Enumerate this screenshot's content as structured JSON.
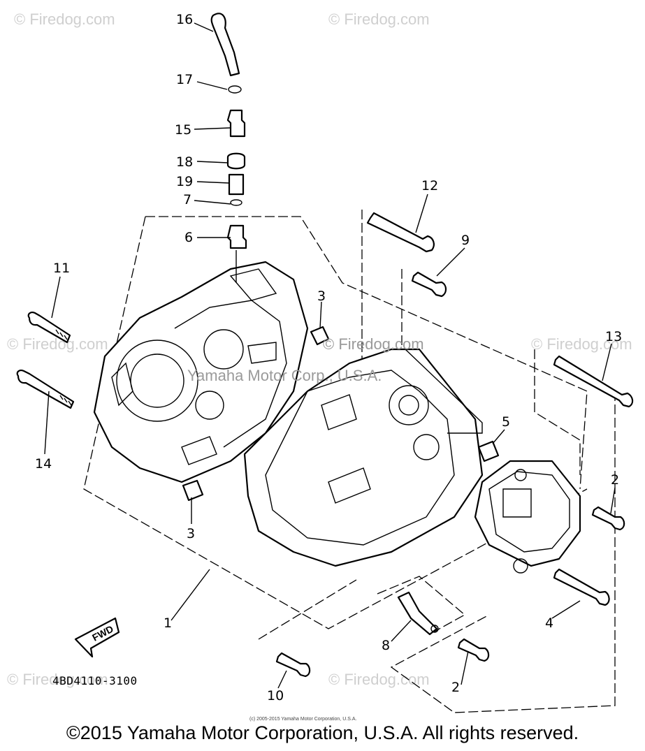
{
  "diagram": {
    "part_code": "4BD4110-3100",
    "fwd_label": "FWD",
    "callouts": [
      {
        "id": "c16",
        "text": "16"
      },
      {
        "id": "c17",
        "text": "17"
      },
      {
        "id": "c15",
        "text": "15"
      },
      {
        "id": "c18",
        "text": "18"
      },
      {
        "id": "c19",
        "text": "19"
      },
      {
        "id": "c7",
        "text": "7"
      },
      {
        "id": "c6",
        "text": "6"
      },
      {
        "id": "c11",
        "text": "11"
      },
      {
        "id": "c14",
        "text": "14"
      },
      {
        "id": "c3a",
        "text": "3"
      },
      {
        "id": "c3b",
        "text": "3"
      },
      {
        "id": "c12",
        "text": "12"
      },
      {
        "id": "c9",
        "text": "9"
      },
      {
        "id": "c13",
        "text": "13"
      },
      {
        "id": "c5",
        "text": "5"
      },
      {
        "id": "c2a",
        "text": "2"
      },
      {
        "id": "c2b",
        "text": "2"
      },
      {
        "id": "c4",
        "text": "4"
      },
      {
        "id": "c8",
        "text": "8"
      },
      {
        "id": "c10",
        "text": "10"
      },
      {
        "id": "c1",
        "text": "1"
      }
    ]
  },
  "watermarks": {
    "text": "© Firedog.com",
    "center_line1": "© Firedog.com",
    "center_line2": "Yamaha Motor Corp., U.S.A."
  },
  "small_copyright": "(c) 2005-2015 Yamaha Motor Corporation, U.S.A.",
  "copyright": "©2015 Yamaha Motor Corporation, U.S.A. All rights reserved."
}
